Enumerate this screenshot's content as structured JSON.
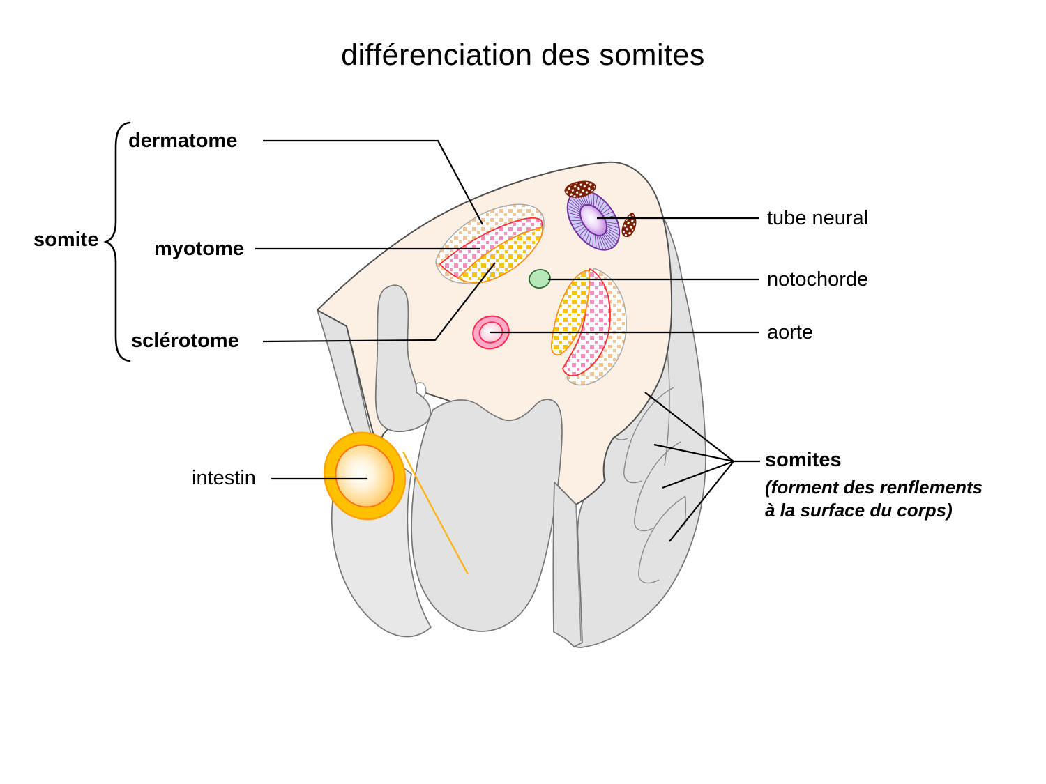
{
  "title": "différenciation des somites",
  "labels": {
    "somite": "somite",
    "dermatome": "dermatome",
    "myotome": "myotome",
    "sclerotome": "sclérotome",
    "tube_neural": "tube neural",
    "notochorde": "notochorde",
    "aorte": "aorte",
    "intestin": "intestin",
    "somites": "somites",
    "somites_note_line1": "(forment des renflements",
    "somites_note_line2": "à la surface du corps)"
  },
  "icons": {
    "somite_brace": "curly-brace-left"
  },
  "colors": {
    "background": "#ffffff",
    "text": "#000000",
    "leader_line": "#000000",
    "face_peach": "#fcefe3",
    "body_gray": "#e2e2e2",
    "body_gray_light": "#e8e8e8",
    "checker_peach": "#f6c48f",
    "checker_pink": "#f48fc0",
    "checker_yellow": "#fdc107",
    "checker_white": "#ffffff",
    "neural_outer": "#cdcbf4",
    "neural_purple": "#7030a0",
    "neural_inner_edge": "#bc7bd9",
    "ganglion_dark_red": "#7d2104",
    "notochord_green": "#b7e8b9",
    "aorta_pink": "#ffa9c9",
    "aorta_red": "#ff2b50",
    "intestine_gold": "#ffc000",
    "intestine_rim": "#ffb648",
    "gut_line_orange": "#ffb31a"
  }
}
